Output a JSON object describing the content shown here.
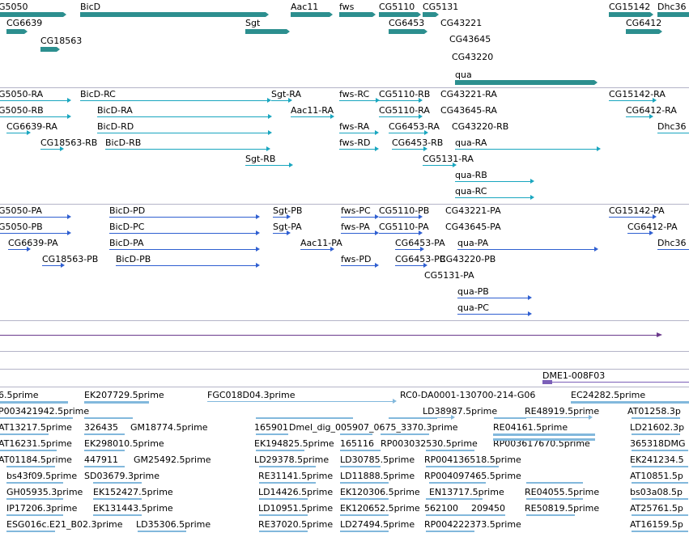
{
  "colors": {
    "gene": "#2c8f8f",
    "transcript": "#19a6bf",
    "protein": "#2f5fd1",
    "chrom_line": "#6b3a8c",
    "est": "#82b8dc",
    "separator": "#b4b4c8",
    "est_marker": "#7b5fb8"
  },
  "gene_track": {
    "items": [
      {
        "label": "G5050"
      },
      {
        "label": "BicD"
      },
      {
        "label": "Aac11"
      },
      {
        "label": "fws"
      },
      {
        "label": "CG5110"
      },
      {
        "label": "CG5131"
      },
      {
        "label": "CG15142"
      },
      {
        "label": "Dhc36"
      },
      {
        "label": "CG6639"
      },
      {
        "label": "Sgt"
      },
      {
        "label": "CG6453"
      },
      {
        "label": "CG43221"
      },
      {
        "label": "CG6412"
      },
      {
        "label": "CG18563"
      },
      {
        "label": "CG43645"
      },
      {
        "label": "CG43220"
      },
      {
        "label": "qua"
      }
    ]
  },
  "transcript_track": {
    "items": [
      {
        "label": "G5050-RA"
      },
      {
        "label": "BicD-RC"
      },
      {
        "label": "Sgt-RA"
      },
      {
        "label": "fws-RC"
      },
      {
        "label": "CG5110-RB"
      },
      {
        "label": "CG43221-RA"
      },
      {
        "label": "CG15142-RA"
      },
      {
        "label": "G5050-RB"
      },
      {
        "label": "BicD-RA"
      },
      {
        "label": "Aac11-RA"
      },
      {
        "label": "CG5110-RA"
      },
      {
        "label": "CG43645-RA"
      },
      {
        "label": "CG6412-RA"
      },
      {
        "label": "CG6639-RA"
      },
      {
        "label": "BicD-RD"
      },
      {
        "label": "fws-RA"
      },
      {
        "label": "CG6453-RA"
      },
      {
        "label": "CG43220-RB"
      },
      {
        "label": "Dhc36"
      },
      {
        "label": "CG18563-RB"
      },
      {
        "label": "BicD-RB"
      },
      {
        "label": "fws-RD"
      },
      {
        "label": "CG6453-RB"
      },
      {
        "label": "qua-RA"
      },
      {
        "label": "Sgt-RB"
      },
      {
        "label": "CG5131-RA"
      },
      {
        "label": "qua-RB"
      },
      {
        "label": "qua-RC"
      }
    ]
  },
  "protein_track": {
    "items": [
      {
        "label": "G5050-PA"
      },
      {
        "label": "BicD-PD"
      },
      {
        "label": "Sgt-PB"
      },
      {
        "label": "fws-PC"
      },
      {
        "label": "CG5110-PB"
      },
      {
        "label": "CG43221-PA"
      },
      {
        "label": "CG15142-PA"
      },
      {
        "label": "G5050-PB"
      },
      {
        "label": "BicD-PC"
      },
      {
        "label": "Sgt-PA"
      },
      {
        "label": "fws-PA"
      },
      {
        "label": "CG5110-PA"
      },
      {
        "label": "CG43645-PA"
      },
      {
        "label": "CG6412-PA"
      },
      {
        "label": "CG6639-PA"
      },
      {
        "label": "BicD-PA"
      },
      {
        "label": "Aac11-PA"
      },
      {
        "label": "CG6453-PA"
      },
      {
        "label": "qua-PA"
      },
      {
        "label": "Dhc36"
      },
      {
        "label": "CG18563-PB"
      },
      {
        "label": "BicD-PB"
      },
      {
        "label": "fws-PD"
      },
      {
        "label": "CG6453-PB"
      },
      {
        "label": "CG43220-PB"
      },
      {
        "label": "CG5131-PA"
      },
      {
        "label": "qua-PB"
      },
      {
        "label": "qua-PC"
      }
    ]
  },
  "marker_track": {
    "label": "DME1-008F03"
  },
  "est_track": {
    "items": [
      {
        "label": "6.5prime"
      },
      {
        "label": "EK207729.5prime"
      },
      {
        "label": "FGC018D04.3prime"
      },
      {
        "label": "RC0-DA0001-130700-214-G06"
      },
      {
        "label": "EC24282.5prime"
      },
      {
        "label": "P003421942.5prime"
      },
      {
        "label": "LD38987.5prime"
      },
      {
        "label": "RE48919.5prime"
      },
      {
        "label": "AT01258.3p"
      },
      {
        "label": "AT13217.5prime"
      },
      {
        "label": "326435"
      },
      {
        "label": "GM18774.5prime"
      },
      {
        "label": "165901"
      },
      {
        "label": "Dmel_dig_005907_0675_3370.3prime"
      },
      {
        "label": "RE04161.5prime"
      },
      {
        "label": "LD21602.3p"
      },
      {
        "label": "AT16231.5prime"
      },
      {
        "label": "EK298010.5prime"
      },
      {
        "label": "EK194825.5prime"
      },
      {
        "label": "165116"
      },
      {
        "label": "RP003032530.5prime"
      },
      {
        "label": "RP003617670.5prime"
      },
      {
        "label": "365318DMG"
      },
      {
        "label": "AT01184.5prime"
      },
      {
        "label": "447911"
      },
      {
        "label": "GM25492.5prime"
      },
      {
        "label": "LD29378.5prime"
      },
      {
        "label": "LD30785.5prime"
      },
      {
        "label": "RP004136518.5prime"
      },
      {
        "label": "EK241234.5"
      },
      {
        "label": "bs43f09.5prime"
      },
      {
        "label": "SD03679.3prime"
      },
      {
        "label": "RE31141.5prime"
      },
      {
        "label": "LD11888.5prime"
      },
      {
        "label": "RP004097465.5prime"
      },
      {
        "label": "AT10851.5p"
      },
      {
        "label": "GH05935.3prime"
      },
      {
        "label": "EK152427.5prime"
      },
      {
        "label": "LD14426.5prime"
      },
      {
        "label": "EK120306.5prime"
      },
      {
        "label": "EN13717.5prime"
      },
      {
        "label": "RE04055.5prime"
      },
      {
        "label": "bs03a08.5p"
      },
      {
        "label": "IP17206.3prime"
      },
      {
        "label": "EK131443.5prime"
      },
      {
        "label": "LD10951.5prime"
      },
      {
        "label": "EK120652.5prime"
      },
      {
        "label": "562100"
      },
      {
        "label": "209450"
      },
      {
        "label": "RE50819.5prime"
      },
      {
        "label": "AT25761.5p"
      },
      {
        "label": "ESG016c.E21_B02.3prime"
      },
      {
        "label": "LD35306.5prime"
      },
      {
        "label": "RE37020.5prime"
      },
      {
        "label": "LD27494.5prime"
      },
      {
        "label": "RP004222373.5prime"
      },
      {
        "label": "AT16159.5p"
      }
    ]
  }
}
